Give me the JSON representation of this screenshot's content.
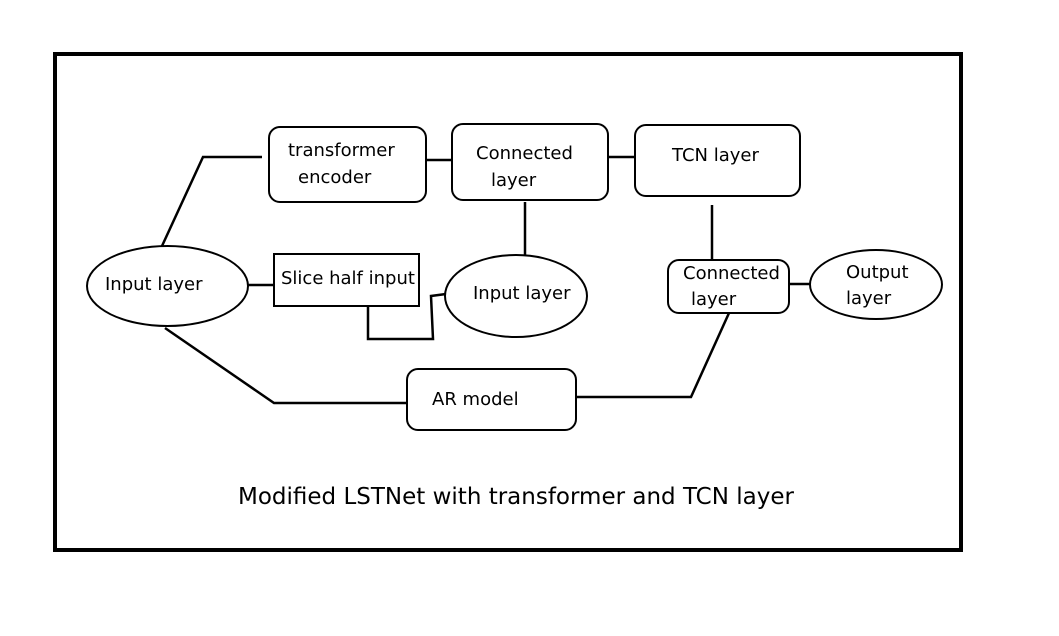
{
  "diagram": {
    "nodes": {
      "transformer_encoder": {
        "line1": "transformer",
        "line2": "encoder"
      },
      "connected_layer_top": {
        "line1": "Connected",
        "line2": "layer"
      },
      "tcn_layer": {
        "label": "TCN layer"
      },
      "input_layer_left": {
        "label": "Input layer"
      },
      "slice_half_input": {
        "label": "Slice half input"
      },
      "input_layer_mid": {
        "label": "Input layer"
      },
      "connected_layer_right": {
        "line1": "Connected",
        "line2": "layer"
      },
      "output_layer": {
        "line1": "Output",
        "line2": "layer"
      },
      "ar_model": {
        "label": "AR model"
      }
    },
    "caption": "Modified LSTNet with transformer and TCN layer"
  }
}
